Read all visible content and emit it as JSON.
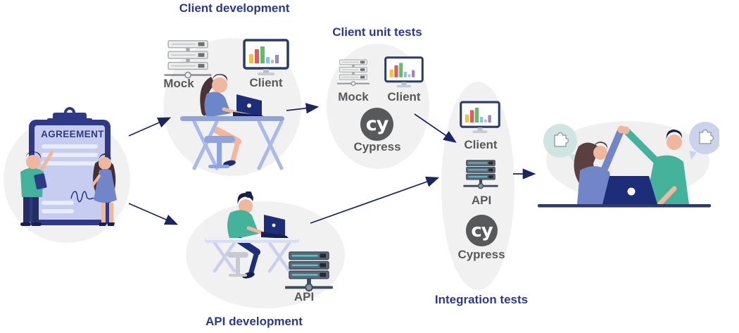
{
  "diagram": {
    "stages": {
      "agreement": {
        "document_title": "AGREEMENT"
      },
      "client_development": {
        "title": "Client development",
        "mock_label": "Mock",
        "client_label": "Client"
      },
      "client_unit_tests": {
        "title": "Client unit tests",
        "mock_label": "Mock",
        "client_label": "Client",
        "cypress_label": "Cypress"
      },
      "api_development": {
        "title": "API development",
        "api_label": "API"
      },
      "integration_tests": {
        "title": "Integration tests",
        "client_label": "Client",
        "api_label": "API",
        "cypress_label": "Cypress"
      }
    },
    "cypress_badge_text": "cy",
    "flow_edges": [
      {
        "from": "agreement",
        "to": "client_development"
      },
      {
        "from": "agreement",
        "to": "api_development"
      },
      {
        "from": "client_development",
        "to": "client_unit_tests"
      },
      {
        "from": "client_unit_tests",
        "to": "integration_tests"
      },
      {
        "from": "api_development",
        "to": "integration_tests"
      },
      {
        "from": "integration_tests",
        "to": "team_success"
      }
    ],
    "icons": {
      "mock-server-icon": "light gray server rack",
      "api-server-icon": "dark server rack with cyan lights",
      "client-monitor-icon": "monitor with bar chart",
      "cypress-logo-icon": "gray circle with cy",
      "puzzle-icon": "puzzle piece in speech bubble",
      "clipboard-icon": "agreement clipboard with signature",
      "arrow-icon": "navy flow arrow"
    },
    "colors": {
      "title_navy": "#2b3990",
      "label_gray": "#58595b",
      "arrow_navy": "#1b2560",
      "laptop_navy": "#1e2d78",
      "clipboard_navy": "#2e3a85",
      "paper_periwinkle": "#c6cdf0",
      "teal_shirt": "#45b39b",
      "blue_clothes": "#7285c8",
      "blob_gray": "#f1f1f2",
      "cypress_gray": "#58595b",
      "server_cyan": "#4cc8d9",
      "bar_colors": [
        "#f2c23e",
        "#e05b5b",
        "#67b96b",
        "#85c1ea",
        "#b9bfc7",
        "#9b86d0"
      ]
    }
  }
}
